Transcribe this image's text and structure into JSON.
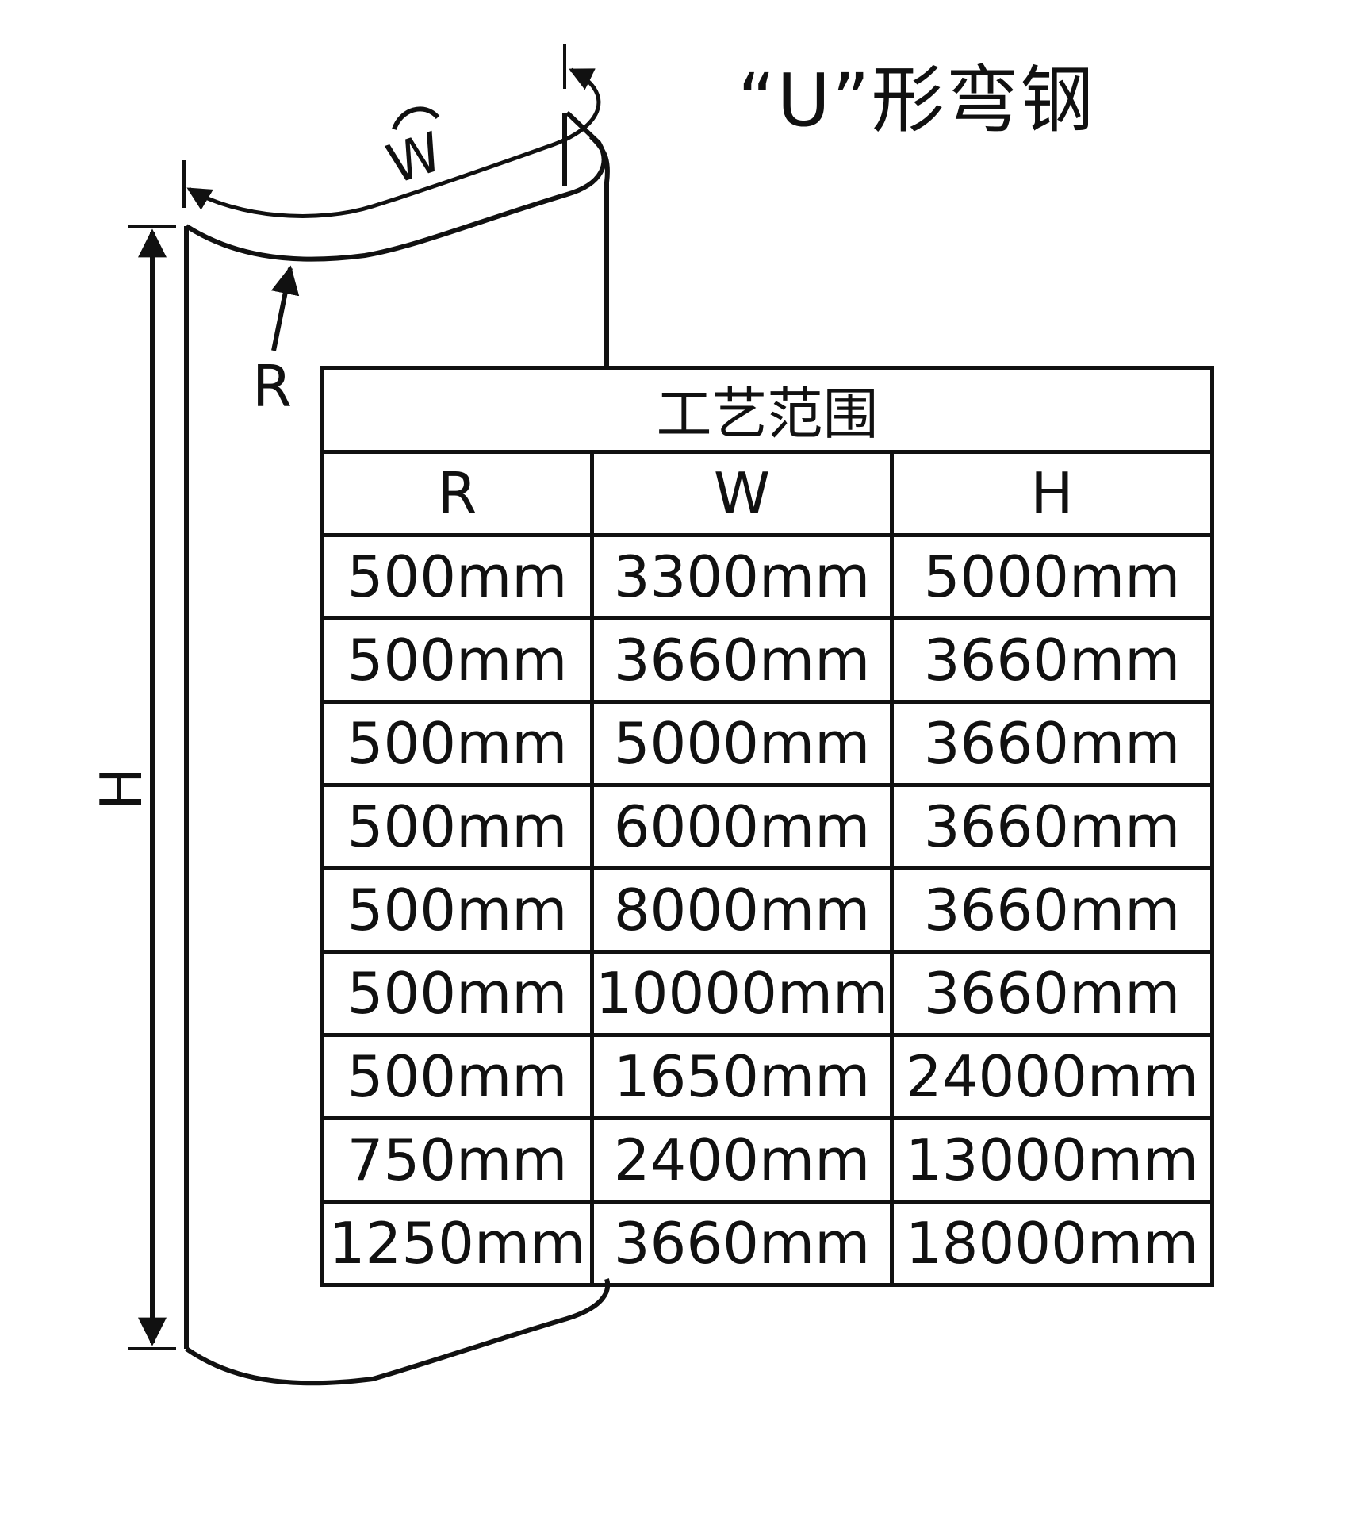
{
  "title": "“U”形弯钢",
  "labels": {
    "w": "W",
    "r": "R",
    "h": "H"
  },
  "table": {
    "caption": "工艺范围",
    "headers": [
      "R",
      "W",
      "H"
    ],
    "rows": [
      [
        "500mm",
        "3300mm",
        "5000mm"
      ],
      [
        "500mm",
        "3660mm",
        "3660mm"
      ],
      [
        "500mm",
        "5000mm",
        "3660mm"
      ],
      [
        "500mm",
        "6000mm",
        "3660mm"
      ],
      [
        "500mm",
        "8000mm",
        "3660mm"
      ],
      [
        "500mm",
        "10000mm",
        "3660mm"
      ],
      [
        "500mm",
        "1650mm",
        "24000mm"
      ],
      [
        "750mm",
        "2400mm",
        "13000mm"
      ],
      [
        "1250mm",
        "3660mm",
        "18000mm"
      ]
    ]
  },
  "colors": {
    "line": "#111111",
    "background": "#ffffff"
  }
}
